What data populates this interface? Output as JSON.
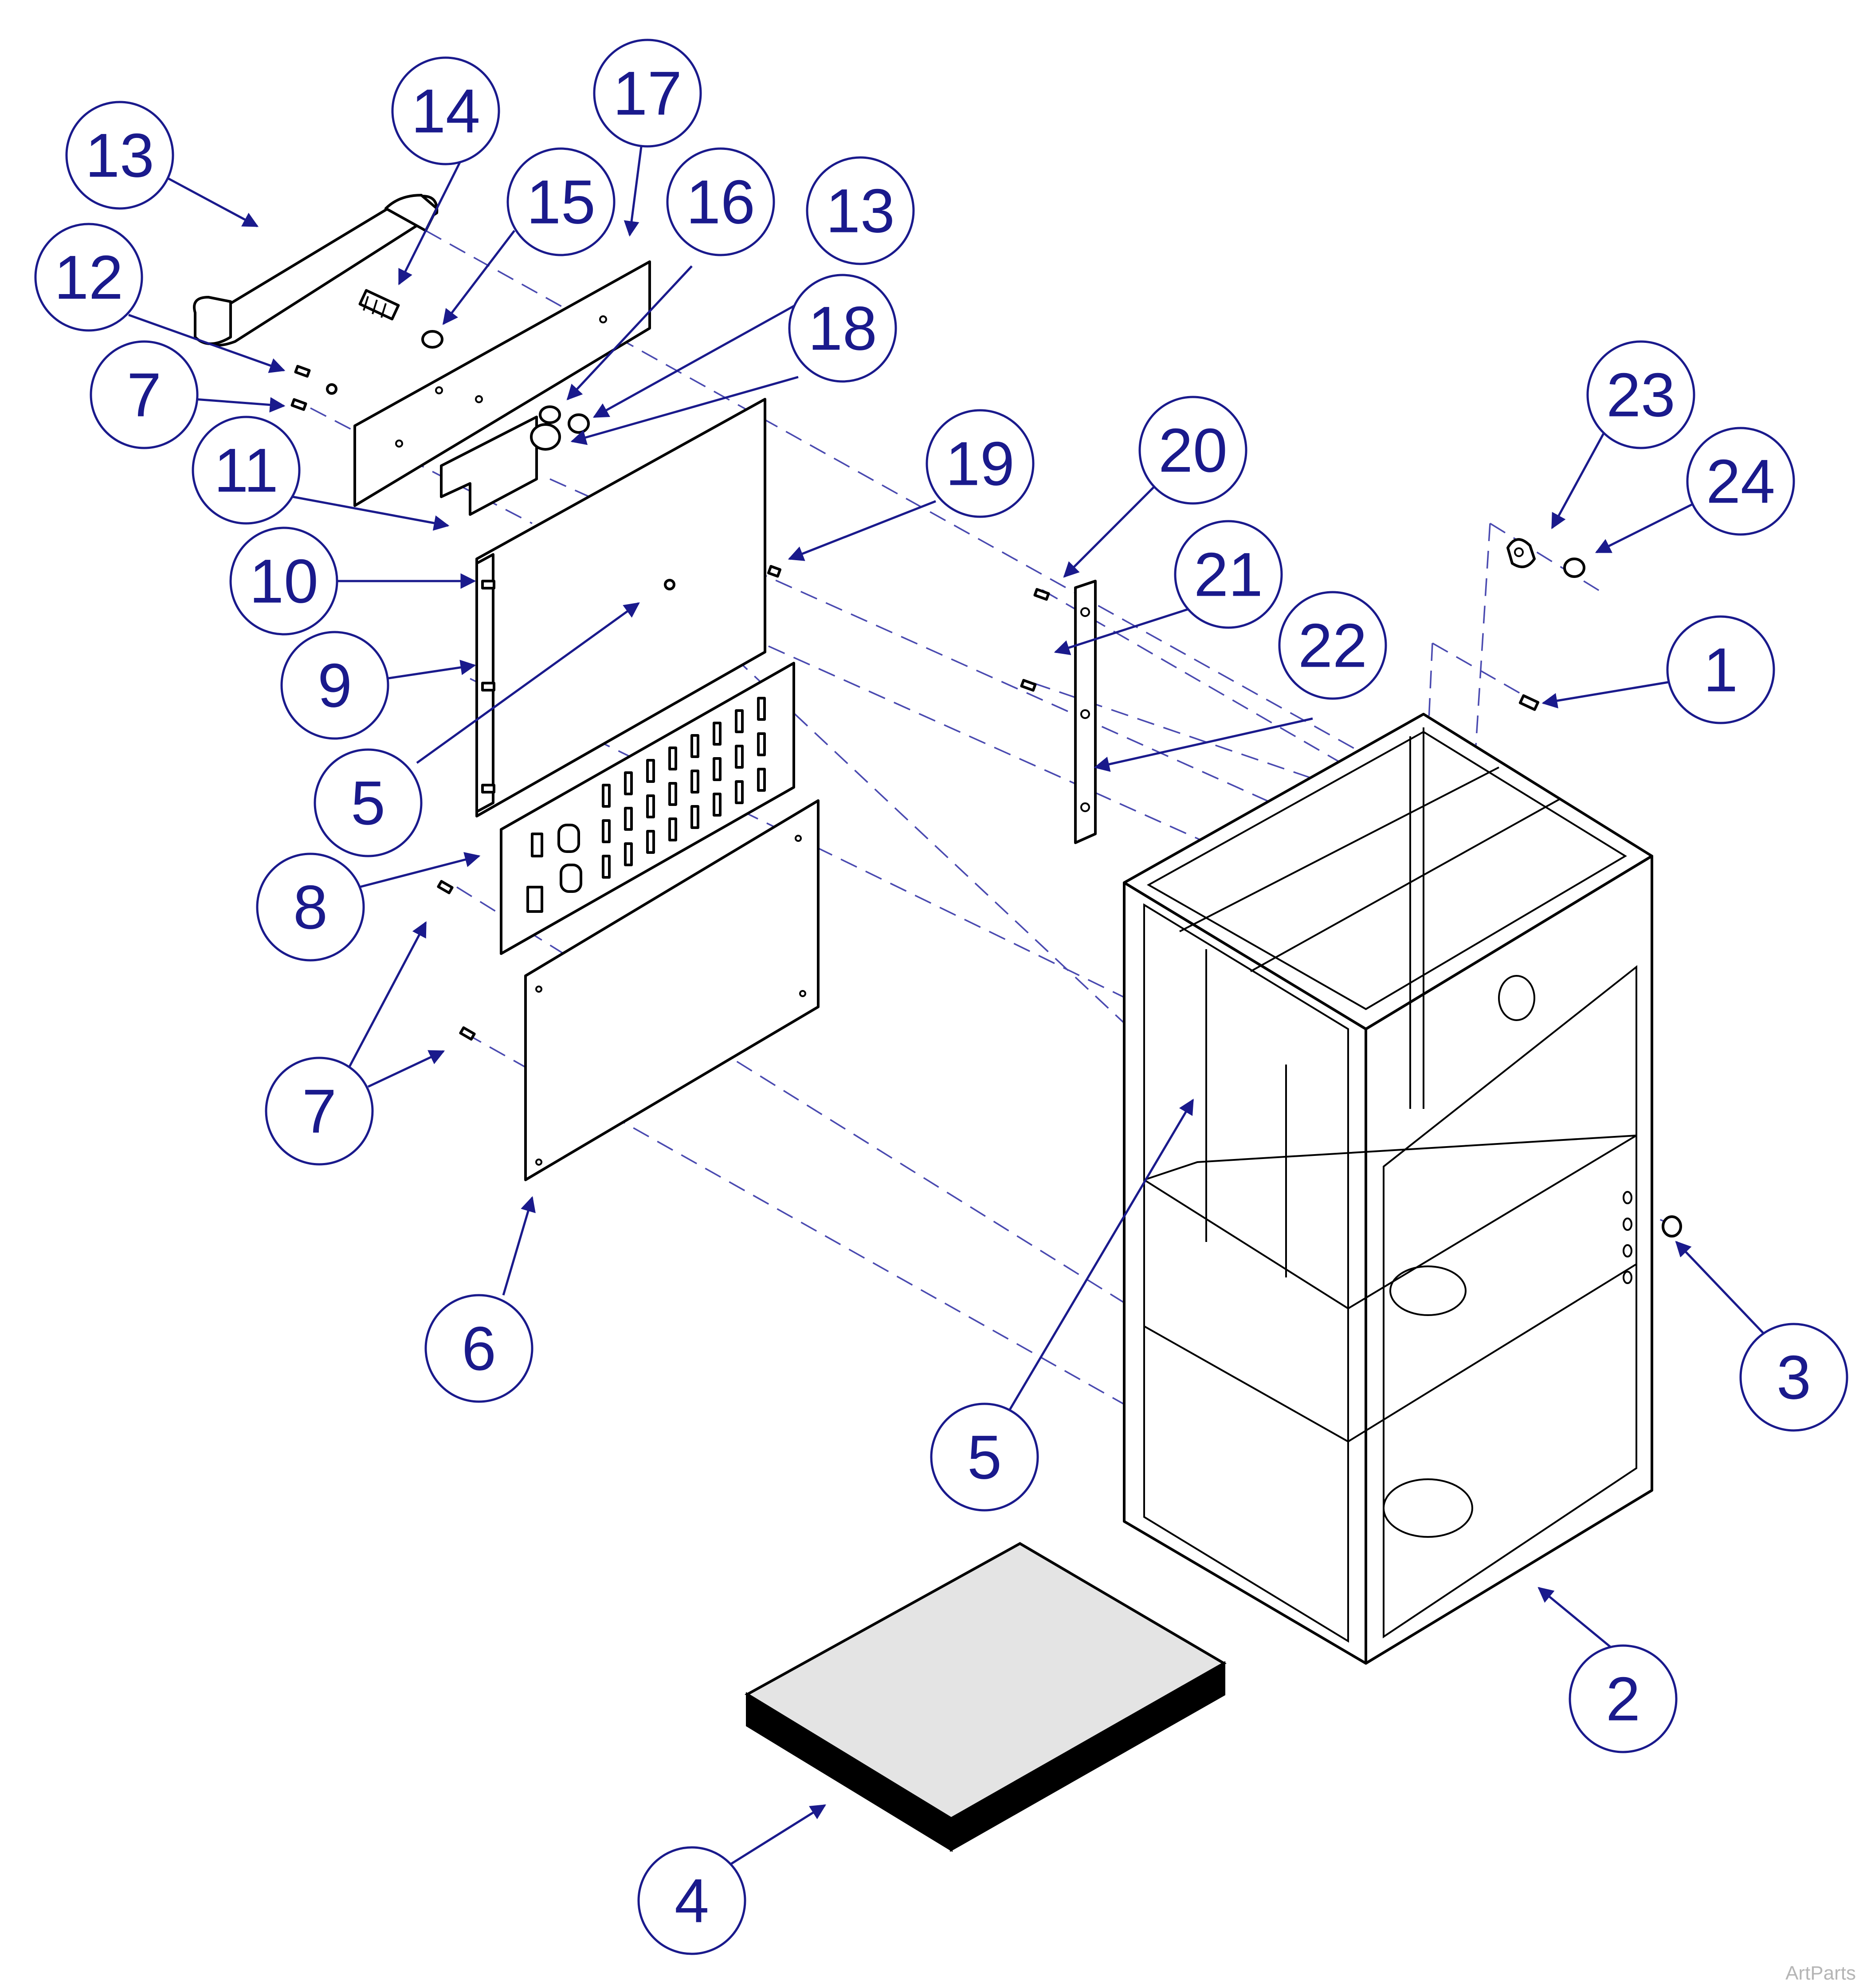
{
  "callouts": [
    {
      "label": "13"
    },
    {
      "label": "14"
    },
    {
      "label": "17"
    },
    {
      "label": "15"
    },
    {
      "label": "16"
    },
    {
      "label": "13"
    },
    {
      "label": "12"
    },
    {
      "label": "18"
    },
    {
      "label": "7"
    },
    {
      "label": "11"
    },
    {
      "label": "19"
    },
    {
      "label": "20"
    },
    {
      "label": "23"
    },
    {
      "label": "24"
    },
    {
      "label": "10"
    },
    {
      "label": "21"
    },
    {
      "label": "22"
    },
    {
      "label": "9"
    },
    {
      "label": "1"
    },
    {
      "label": "5"
    },
    {
      "label": "8"
    },
    {
      "label": "7"
    },
    {
      "label": "6"
    },
    {
      "label": "5"
    },
    {
      "label": "3"
    },
    {
      "label": "2"
    },
    {
      "label": "4"
    }
  ],
  "watermark": "ArtParts",
  "colors": {
    "callout": "#1a1a8c",
    "line": "#000000",
    "dash": "#4a4ab0",
    "pad_top": "#e4e4e4"
  }
}
